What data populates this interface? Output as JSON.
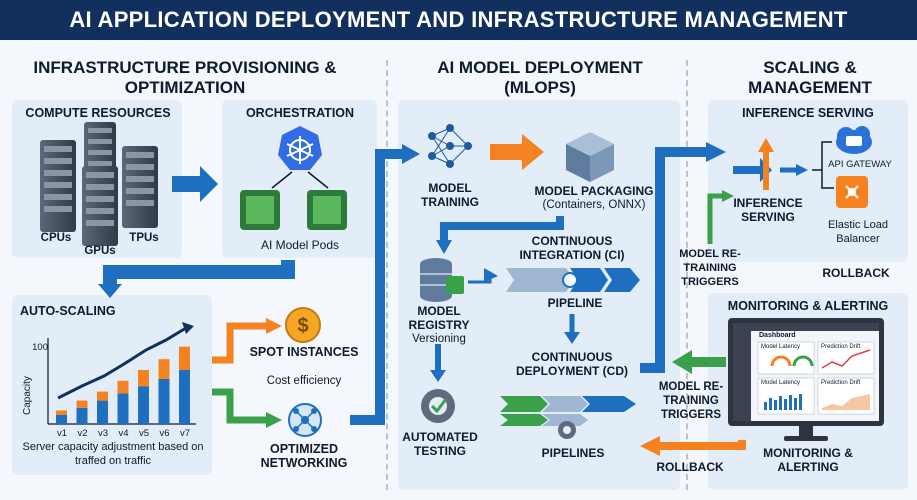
{
  "title": "AI APPLICATION DEPLOYMENT AND INFRASTRUCTURE MANAGEMENT",
  "sections": {
    "infra": "INFRASTRUCTURE PROVISIONING & OPTIMIZATION",
    "mlops": "AI MODEL DEPLOYMENT (MLOPS)",
    "scaling": "SCALING & MANAGEMENT"
  },
  "compute": {
    "title": "COMPUTE RESOURCES",
    "cpus": "CPUs",
    "gpus": "GPUs",
    "tpus": "TPUs"
  },
  "orchestration": {
    "title": "ORCHESTRATION",
    "pods": "AI Model Pods"
  },
  "autoscaling": {
    "title": "AUTO-SCALING",
    "caption": "Server capacity adjustment based on traffed on traffic",
    "chart_data": {
      "type": "bar",
      "categories": [
        "v1",
        "v2",
        "v3",
        "v4",
        "v5",
        "v6",
        "v7"
      ],
      "series": [
        {
          "values": [
            10,
            18,
            26,
            34,
            42,
            50,
            60
          ]
        },
        {
          "values": [
            5,
            8,
            10,
            14,
            18,
            22,
            26
          ]
        }
      ],
      "ylabel": "Capacity",
      "yticks": [
        "100"
      ],
      "colors": [
        "#1e6fc0",
        "#f58220"
      ]
    }
  },
  "spot": {
    "title": "SPOT INSTANCES",
    "sub": "Cost efficiency"
  },
  "networking": {
    "title": "OPTIMIZED NETWORKING"
  },
  "model_training": "MODEL TRAINING",
  "model_packaging": {
    "title": "MODEL PACKAGING",
    "sub": "(Containers, ONNX)"
  },
  "ci": {
    "title": "CONTINUOUS INTEGRATION (CI)",
    "pipeline": "PIPELINE"
  },
  "registry": {
    "title": "MODEL REGISTRY",
    "sub": "Versioning"
  },
  "cd": {
    "title": "CONTINUOUS DEPLOYMENT (CD)",
    "pipelines": "PIPELINES"
  },
  "testing": "AUTOMATED TESTING",
  "inference": {
    "title": "INFERENCE SERVING",
    "label": "INFERENCE SERVING",
    "gateway": "API GATEWAY",
    "elb": "Elastic Load Balancer"
  },
  "retrain_top": "MODEL RE-TRAINING TRIGGERS",
  "rollback_top": "ROLLBACK",
  "monitoring": {
    "title": "MONITORING & ALERTING",
    "footer": "MONITORING & ALERTING",
    "dashboard": "Dashboard",
    "w1": "Model Latency",
    "w2": "Prediction Drift",
    "w3": "Model Latency",
    "w4": "Prediction Drift"
  },
  "retrain_bottom": "MODEL RE-TRAINING TRIGGERS",
  "rollback_bottom": "ROLLBACK"
}
